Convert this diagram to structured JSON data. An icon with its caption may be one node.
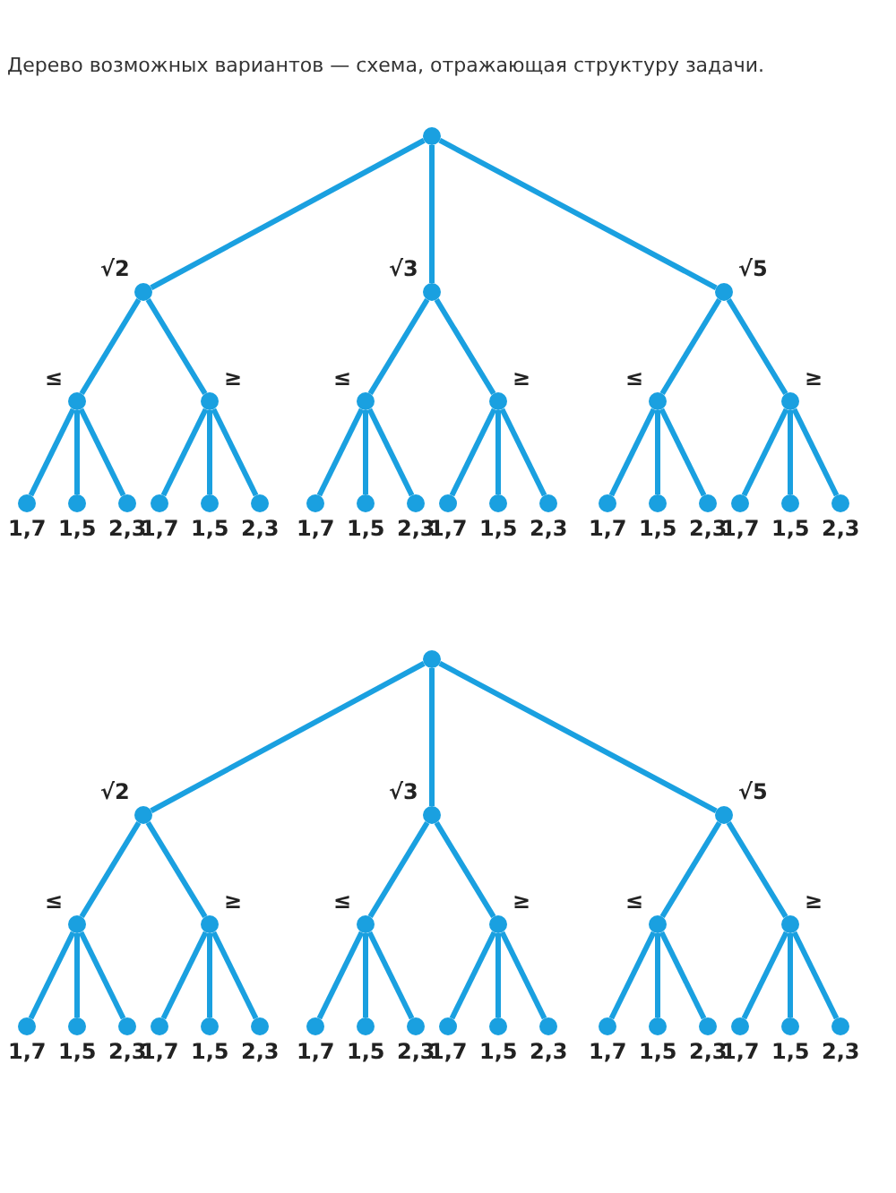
{
  "diagram": {
    "caption": "Дерево возможных вариантов — схема, отражающая структуру задачи.",
    "nodes": [
      {
        "text": [],
        "shape": "circle"
      },
      {
        "text": [],
        "shape": "circle",
        "beside": [
          "√2"
        ]
      },
      {
        "text": [],
        "shape": "circle",
        "beside": [
          "√3"
        ]
      },
      {
        "text": [],
        "shape": "circle",
        "beside": [
          "√5"
        ]
      },
      {
        "text": [],
        "shape": "circle",
        "beside": [
          "≤"
        ]
      },
      {
        "text": [],
        "shape": "circle",
        "beside": [
          "≥"
        ]
      },
      {
        "text": [],
        "shape": "circle",
        "beside": [
          "≤"
        ]
      },
      {
        "text": [],
        "shape": "circle",
        "beside": [
          "≥"
        ]
      },
      {
        "text": [],
        "shape": "circle",
        "beside": [
          "≤"
        ]
      },
      {
        "text": [],
        "shape": "circle",
        "beside": [
          "≥"
        ]
      },
      {
        "text": [],
        "shape": "circle",
        "beside": [
          "1,7"
        ]
      },
      {
        "text": [],
        "shape": "circle",
        "beside": [
          "1,5"
        ]
      },
      {
        "text": [],
        "shape": "circle",
        "beside": [
          "2,3"
        ]
      },
      {
        "text": [],
        "shape": "circle",
        "beside": [
          "1,7"
        ]
      },
      {
        "text": [],
        "shape": "circle",
        "beside": [
          "1,5"
        ]
      },
      {
        "text": [],
        "shape": "circle",
        "beside": [
          "2,3"
        ]
      },
      {
        "text": [],
        "shape": "circle",
        "beside": [
          "1,7"
        ]
      },
      {
        "text": [],
        "shape": "circle",
        "beside": [
          "1,5"
        ]
      },
      {
        "text": [],
        "shape": "circle",
        "beside": [
          "2,3"
        ]
      },
      {
        "text": [],
        "shape": "circle",
        "beside": [
          "1,7"
        ]
      },
      {
        "text": [],
        "shape": "circle",
        "beside": [
          "1,5"
        ]
      },
      {
        "text": [],
        "shape": "circle",
        "beside": [
          "2,3"
        ]
      },
      {
        "text": [],
        "shape": "circle",
        "beside": [
          "1,7"
        ]
      },
      {
        "text": [],
        "shape": "circle",
        "beside": [
          "1,5"
        ]
      },
      {
        "text": [],
        "shape": "circle",
        "beside": [
          "2,3"
        ]
      },
      {
        "text": [],
        "shape": "circle",
        "beside": [
          "1,7"
        ]
      },
      {
        "text": [],
        "shape": "circle",
        "beside": [
          "1,5"
        ]
      },
      {
        "text": [],
        "shape": "circle",
        "beside": [
          "2,3"
        ]
      },
      {
        "text": [],
        "shape": "circle"
      },
      {
        "text": [],
        "shape": "circle",
        "beside": [
          "√2"
        ]
      },
      {
        "text": [],
        "shape": "circle",
        "beside": [
          "√3"
        ]
      },
      {
        "text": [],
        "shape": "circle",
        "beside": [
          "√5"
        ]
      },
      {
        "text": [],
        "shape": "circle",
        "beside": [
          "≤"
        ]
      },
      {
        "text": [],
        "shape": "circle",
        "beside": [
          "≥"
        ]
      },
      {
        "text": [],
        "shape": "circle",
        "beside": [
          "≤"
        ]
      },
      {
        "text": [],
        "shape": "circle",
        "beside": [
          "≥"
        ]
      },
      {
        "text": [],
        "shape": "circle",
        "beside": [
          "≤"
        ]
      },
      {
        "text": [],
        "shape": "circle",
        "beside": [
          "≥"
        ]
      },
      {
        "text": [],
        "shape": "circle",
        "beside": [
          "1,7"
        ]
      },
      {
        "text": [],
        "shape": "circle",
        "beside": [
          "1,5"
        ]
      },
      {
        "text": [],
        "shape": "circle",
        "beside": [
          "2,3"
        ]
      },
      {
        "text": [],
        "shape": "circle",
        "beside": [
          "1,7"
        ]
      },
      {
        "text": [],
        "shape": "circle",
        "beside": [
          "1,5"
        ]
      },
      {
        "text": [],
        "shape": "circle",
        "beside": [
          "2,3"
        ]
      },
      {
        "text": [],
        "shape": "circle",
        "beside": [
          "1,7"
        ]
      },
      {
        "text": [],
        "shape": "circle",
        "beside": [
          "1,5"
        ]
      },
      {
        "text": [],
        "shape": "circle",
        "beside": [
          "2,3"
        ]
      },
      {
        "text": [],
        "shape": "circle",
        "beside": [
          "1,7"
        ]
      },
      {
        "text": [],
        "shape": "circle",
        "beside": [
          "1,5"
        ]
      },
      {
        "text": [],
        "shape": "circle",
        "beside": [
          "2,3"
        ]
      },
      {
        "text": [],
        "shape": "circle",
        "beside": [
          "1,7"
        ]
      },
      {
        "text": [],
        "shape": "circle",
        "beside": [
          "1,5"
        ]
      },
      {
        "text": [],
        "shape": "circle",
        "beside": [
          "2,3"
        ]
      },
      {
        "text": [],
        "shape": "circle",
        "beside": [
          "1,7"
        ]
      },
      {
        "text": [],
        "shape": "circle",
        "beside": [
          "1,5"
        ]
      },
      {
        "text": [],
        "shape": "circle",
        "beside": [
          "2,3"
        ]
      }
    ],
    "edges": [
      {
        "from": 0,
        "to": 1,
        "arrow": "none"
      },
      {
        "from": 0,
        "to": 2,
        "arrow": "none"
      },
      {
        "from": 0,
        "to": 3,
        "arrow": "none"
      },
      {
        "from": 1,
        "to": 4,
        "arrow": "none"
      },
      {
        "from": 1,
        "to": 5,
        "arrow": "none"
      },
      {
        "from": 2,
        "to": 6,
        "arrow": "none"
      },
      {
        "from": 2,
        "to": 7,
        "arrow": "none"
      },
      {
        "from": 3,
        "to": 8,
        "arrow": "none"
      },
      {
        "from": 3,
        "to": 9,
        "arrow": "none"
      },
      {
        "from": 4,
        "to": 10,
        "arrow": "none"
      },
      {
        "from": 4,
        "to": 11,
        "arrow": "none"
      },
      {
        "from": 4,
        "to": 12,
        "arrow": "none"
      },
      {
        "from": 5,
        "to": 13,
        "arrow": "none"
      },
      {
        "from": 5,
        "to": 14,
        "arrow": "none"
      },
      {
        "from": 5,
        "to": 15,
        "arrow": "none"
      },
      {
        "from": 6,
        "to": 16,
        "arrow": "none"
      },
      {
        "from": 6,
        "to": 17,
        "arrow": "none"
      },
      {
        "from": 6,
        "to": 18,
        "arrow": "none"
      },
      {
        "from": 7,
        "to": 19,
        "arrow": "none"
      },
      {
        "from": 7,
        "to": 20,
        "arrow": "none"
      },
      {
        "from": 7,
        "to": 21,
        "arrow": "none"
      },
      {
        "from": 8,
        "to": 22,
        "arrow": "none"
      },
      {
        "from": 8,
        "to": 23,
        "arrow": "none"
      },
      {
        "from": 8,
        "to": 24,
        "arrow": "none"
      },
      {
        "from": 9,
        "to": 25,
        "arrow": "none"
      },
      {
        "from": 9,
        "to": 26,
        "arrow": "none"
      },
      {
        "from": 9,
        "to": 27,
        "arrow": "none"
      },
      {
        "from": 28,
        "to": 29,
        "arrow": "none"
      },
      {
        "from": 28,
        "to": 30,
        "arrow": "none"
      },
      {
        "from": 28,
        "to": 31,
        "arrow": "none"
      },
      {
        "from": 29,
        "to": 32,
        "arrow": "none"
      },
      {
        "from": 29,
        "to": 33,
        "arrow": "none"
      },
      {
        "from": 30,
        "to": 34,
        "arrow": "none"
      },
      {
        "from": 30,
        "to": 35,
        "arrow": "none"
      },
      {
        "from": 31,
        "to": 36,
        "arrow": "none"
      },
      {
        "from": 31,
        "to": 37,
        "arrow": "none"
      },
      {
        "from": 32,
        "to": 38,
        "arrow": "none"
      },
      {
        "from": 32,
        "to": 39,
        "arrow": "none"
      },
      {
        "from": 32,
        "to": 40,
        "arrow": "none"
      },
      {
        "from": 33,
        "to": 41,
        "arrow": "none"
      },
      {
        "from": 33,
        "to": 42,
        "arrow": "none"
      },
      {
        "from": 33,
        "to": 43,
        "arrow": "none"
      },
      {
        "from": 34,
        "to": 44,
        "arrow": "none"
      },
      {
        "from": 34,
        "to": 45,
        "arrow": "none"
      },
      {
        "from": 34,
        "to": 46,
        "arrow": "none"
      },
      {
        "from": 35,
        "to": 47,
        "arrow": "none"
      },
      {
        "from": 35,
        "to": 48,
        "arrow": "none"
      },
      {
        "from": 35,
        "to": 49,
        "arrow": "none"
      },
      {
        "from": 36,
        "to": 50,
        "arrow": "none"
      },
      {
        "from": 36,
        "to": 51,
        "arrow": "none"
      },
      {
        "from": 36,
        "to": 52,
        "arrow": "none"
      },
      {
        "from": 37,
        "to": 53,
        "arrow": "none"
      },
      {
        "from": 37,
        "to": 54,
        "arrow": "none"
      },
      {
        "from": 37,
        "to": 55,
        "arrow": "none"
      }
    ]
  }
}
